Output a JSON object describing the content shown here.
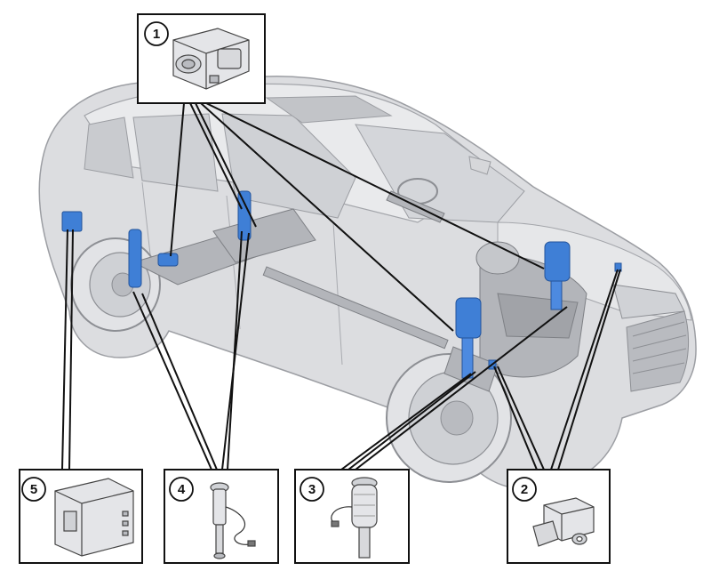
{
  "callouts": [
    {
      "number": "1",
      "part": "air-supply-compressor"
    },
    {
      "number": "2",
      "part": "level-sensor"
    },
    {
      "number": "3",
      "part": "front-air-spring-strut"
    },
    {
      "number": "4",
      "part": "rear-air-spring-strut"
    },
    {
      "number": "5",
      "part": "suspension-control-module"
    }
  ],
  "colors": {
    "outline": "#1a1a1a",
    "car_body": "#d9dadd",
    "car_stroke": "#9c9ea3",
    "component_blue": "#3f7fd6",
    "component_dark": "#23539a",
    "chassis": "#a9abb0"
  }
}
